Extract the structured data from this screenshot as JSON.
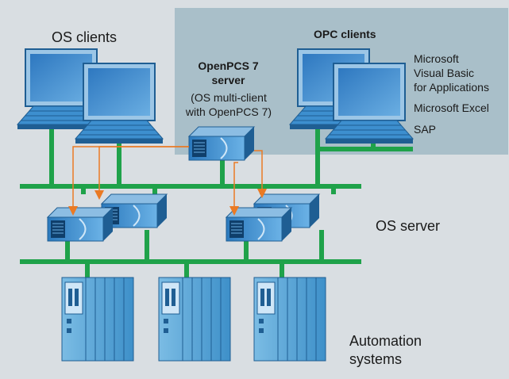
{
  "labels": {
    "os_clients": "OS clients",
    "opc_clients": "OPC clients",
    "openpcs_title_1": "OpenPCS 7",
    "openpcs_title_2": "server",
    "openpcs_sub_1": "(OS multi-client",
    "openpcs_sub_2": "with OpenPCS 7)",
    "opc_app_1a": "Microsoft",
    "opc_app_1b": "Visual Basic",
    "opc_app_1c": "for Applications",
    "opc_app_2": "Microsoft Excel",
    "opc_app_3": "SAP",
    "os_server": "OS server",
    "automation_1": "Automation",
    "automation_2": "systems"
  },
  "colors": {
    "background": "#d9dee2",
    "opc_panel": "#a9bfc9",
    "bus": "#1fa24a",
    "arrow": "#ea7a24",
    "device_blue": "#3d8fcf",
    "device_dark": "#1f5e93",
    "screen": "#4b8fd0",
    "plc": "#5aa6d6"
  },
  "icons": {
    "pc": "desktop-computer-icon",
    "server": "rack-server-icon",
    "plc": "plc-rack-icon"
  }
}
